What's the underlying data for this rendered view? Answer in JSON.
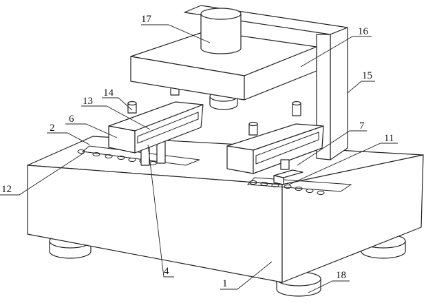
{
  "title": "Patent drawing of a clamping device with a column, press plate and sliding clamps",
  "labels": {
    "l1": "1",
    "l2": "2",
    "l4": "4",
    "l6": "6",
    "l7": "7",
    "l11": "11",
    "l12": "12",
    "l13": "13",
    "l14": "14",
    "l15": "15",
    "l16": "16",
    "l17": "17",
    "l18": "18"
  },
  "colors": {
    "line": "#222222",
    "background": "#ffffff"
  }
}
